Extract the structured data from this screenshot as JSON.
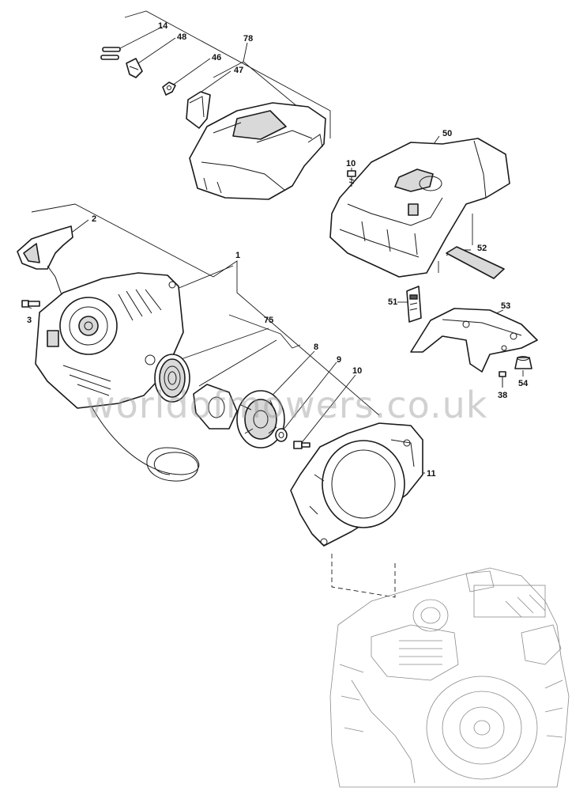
{
  "callouts": {
    "c14": "14",
    "c48": "48",
    "c78": "78",
    "c46": "46",
    "c47": "47",
    "c50": "50",
    "c10a": "10",
    "c2": "2",
    "c1": "1",
    "c3": "3",
    "c75": "75",
    "c8": "8",
    "c9": "9",
    "c10b": "10",
    "c52": "52",
    "c51": "51",
    "c53": "53",
    "c38": "38",
    "c54": "54",
    "c11": "11"
  },
  "watermark": "worldofmowers.co.uk"
}
